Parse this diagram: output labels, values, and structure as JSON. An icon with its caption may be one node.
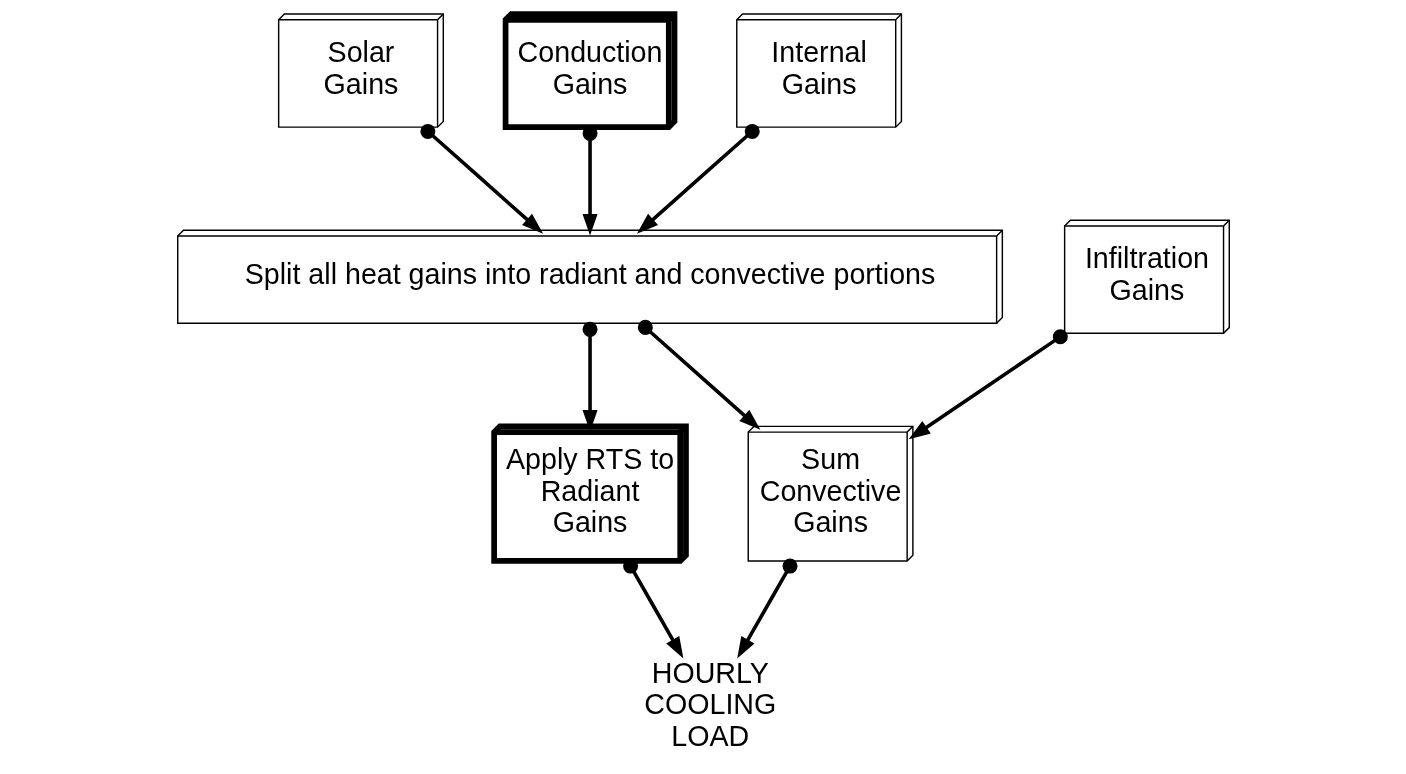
{
  "diagram": {
    "nodes": [
      {
        "text": [
          "Solar Gains"
        ]
      },
      {
        "text": [
          "Conduction Gains"
        ]
      },
      {
        "text": [
          "Internal Gains"
        ]
      },
      {
        "text": [
          "Infiltration Gains"
        ]
      },
      {
        "text": [
          "Split all heat gains into radiant and convective portions"
        ]
      },
      {
        "text": [
          "Apply RTS to Radiant Gains"
        ]
      },
      {
        "text": [
          "Sum Convective Gains"
        ]
      },
      {
        "text": [
          "HOURLY COOLING LOAD"
        ]
      }
    ],
    "edges": [
      {
        "from": 0,
        "to": 4,
        "arrow": "to"
      },
      {
        "from": 1,
        "to": 4,
        "arrow": "to"
      },
      {
        "from": 2,
        "to": 4,
        "arrow": "to"
      },
      {
        "from": 3,
        "to": 6,
        "arrow": "to"
      },
      {
        "from": 4,
        "to": 5,
        "arrow": "to"
      },
      {
        "from": 4,
        "to": 6,
        "arrow": "to"
      },
      {
        "from": 5,
        "to": 7,
        "arrow": "to"
      },
      {
        "from": 6,
        "to": 7,
        "arrow": "to"
      }
    ]
  }
}
